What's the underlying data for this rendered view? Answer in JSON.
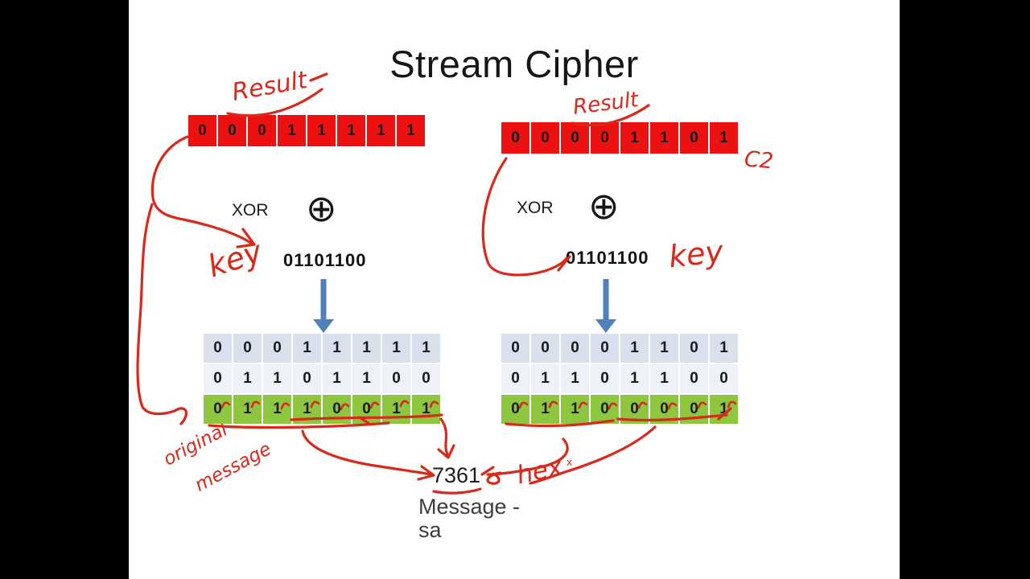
{
  "title": "Stream Cipher",
  "left_panel": {
    "result_label": "Result",
    "result_bits": [
      "0",
      "0",
      "0",
      "1",
      "1",
      "1",
      "1",
      "1"
    ],
    "xor_label": "XOR",
    "xor_symbol": "⊕",
    "key_annotation": "key",
    "key_bits": "01101100",
    "table_rows": [
      [
        "0",
        "0",
        "0",
        "1",
        "1",
        "1",
        "1",
        "1"
      ],
      [
        "0",
        "1",
        "1",
        "0",
        "1",
        "1",
        "0",
        "0"
      ],
      [
        "0",
        "1",
        "1",
        "1",
        "0",
        "0",
        "1",
        "1"
      ]
    ]
  },
  "right_panel": {
    "result_label": "Result",
    "cipher_label": "C2",
    "result_bits": [
      "0",
      "0",
      "0",
      "0",
      "1",
      "1",
      "0",
      "1"
    ],
    "xor_label": "XOR",
    "xor_symbol": "⊕",
    "key_annotation": "key",
    "key_bits": "01101100",
    "table_rows": [
      [
        "0",
        "0",
        "0",
        "0",
        "1",
        "1",
        "0",
        "1"
      ],
      [
        "0",
        "1",
        "1",
        "0",
        "1",
        "1",
        "0",
        "0"
      ],
      [
        "0",
        "1",
        "1",
        "0",
        "0",
        "0",
        "0",
        "1"
      ]
    ]
  },
  "annotations": {
    "original_message_line1": "original",
    "original_message_line2": "message",
    "hex_label": "hex",
    "hex_mark": "x"
  },
  "bottom": {
    "hex_value": "7361",
    "message_line1": "Message -",
    "message_line2": "sa"
  },
  "colors": {
    "bar_red": "#ee1111",
    "ink_red": "#d9291b",
    "table_row1": "#d8e0ee",
    "table_row2": "#eef1f7",
    "table_row3": "#8dc63f",
    "arrow_blue": "#4f81bd"
  }
}
